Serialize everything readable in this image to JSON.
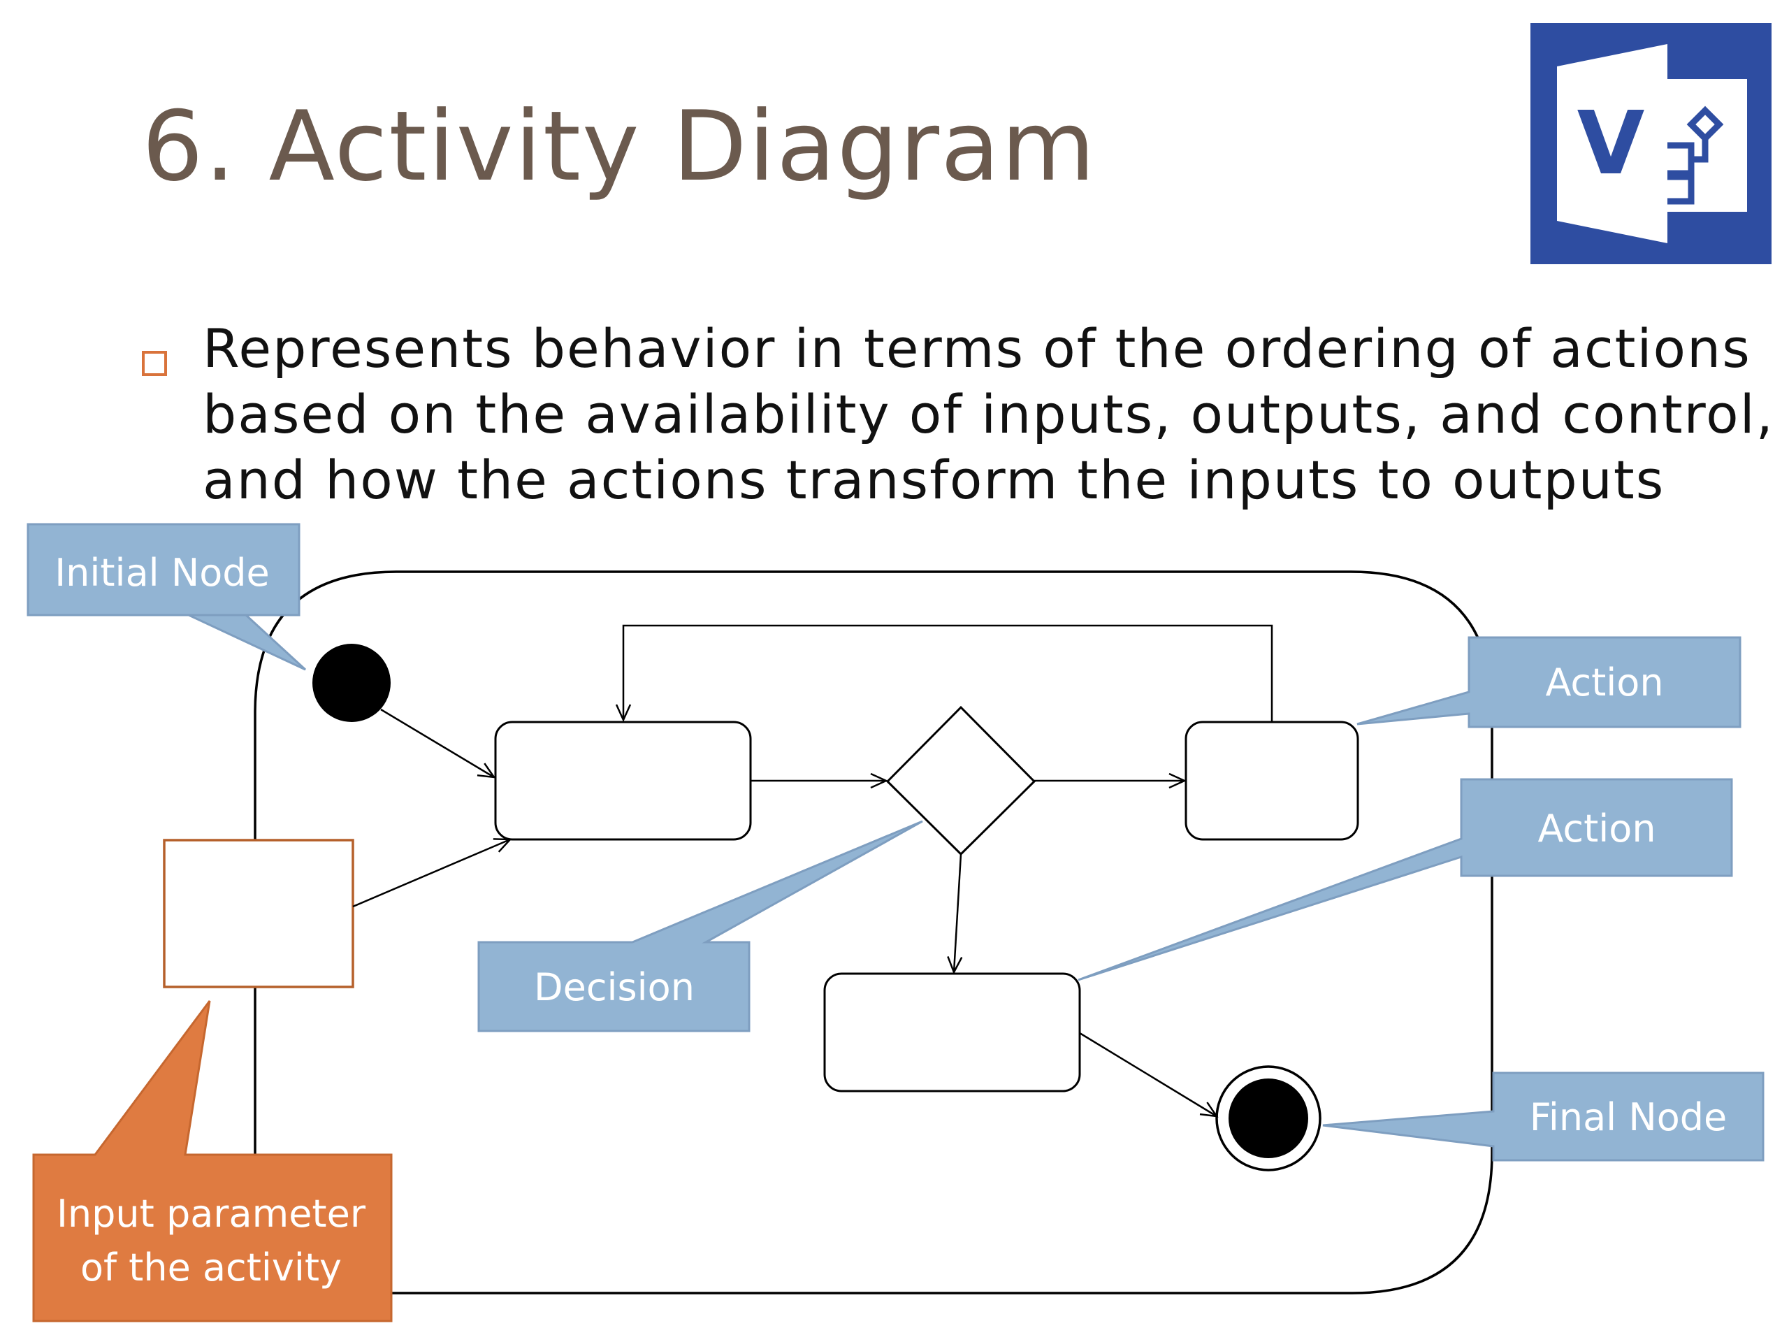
{
  "slide": {
    "title": "6. Activity Diagram",
    "bullet_lines": [
      "Represents behavior in terms of the ordering of actions",
      "based on the availability of inputs, outputs, and control,",
      "and how the actions transform the inputs to outputs"
    ]
  },
  "logo": {
    "letter": "V",
    "icon": "visio-logo-icon",
    "color": "#2e4da1"
  },
  "callouts": {
    "initial_node": "Initial Node",
    "action_top": "Action",
    "action_bottom": "Action",
    "decision": "Decision",
    "final_node": "Final Node",
    "input_line1": "Input parameter",
    "input_line2": "of the activity"
  },
  "colors": {
    "title": "#6b5a4e",
    "callout_blue": "#92b4d3",
    "callout_orange": "#df7b41",
    "bullet": "#d9733b"
  }
}
